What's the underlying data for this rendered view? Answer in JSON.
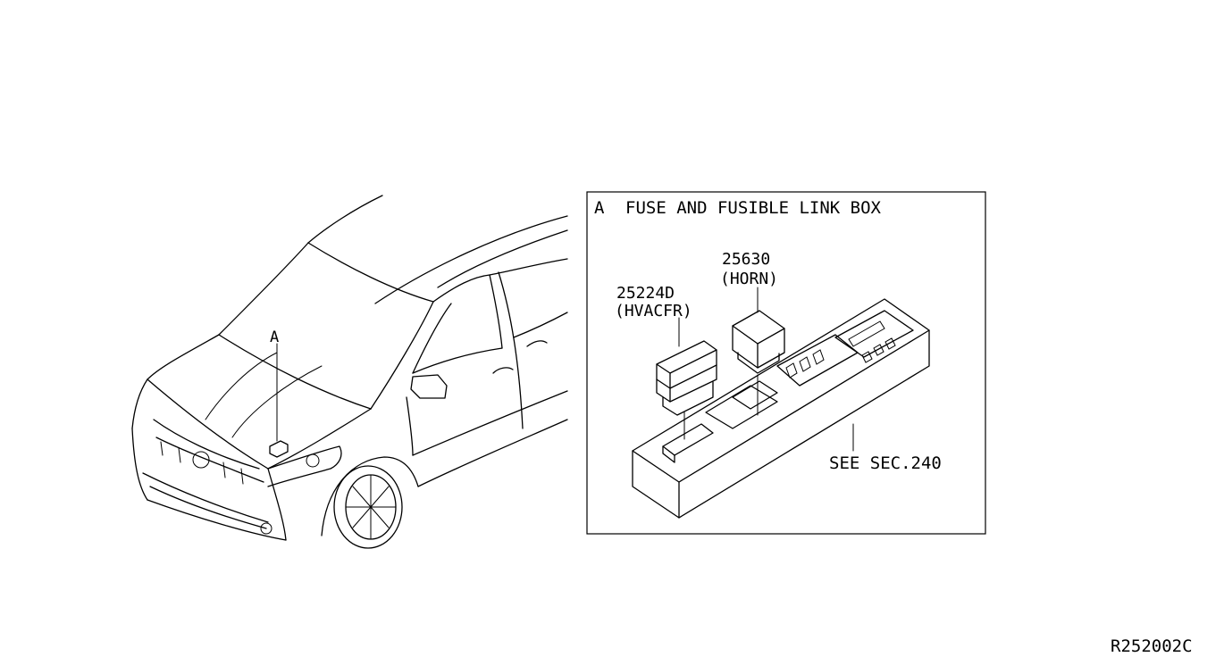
{
  "diagram": {
    "callout_letter": "A",
    "inset": {
      "title_letter": "A",
      "title": "FUSE AND FUSIBLE LINK BOX",
      "parts": [
        {
          "number": "25630",
          "name": "(HORN)"
        },
        {
          "number": "25224D",
          "name": "(HVACFR)"
        }
      ],
      "reference": "SEE SEC.240"
    },
    "drawing_id": "R252002C"
  }
}
